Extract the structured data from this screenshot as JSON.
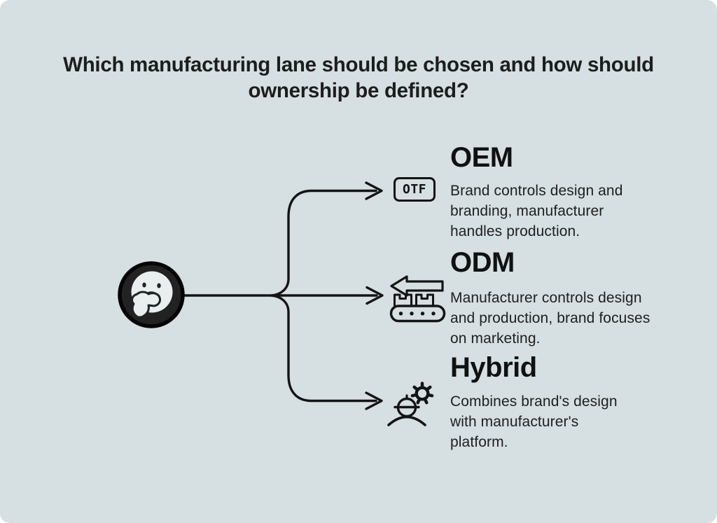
{
  "title": {
    "text": "Which manufacturing lane should be chosen and how should ownership be defined?",
    "lines": [
      "Which manufacturing lane should be chosen and how should",
      "ownership be defined?"
    ]
  },
  "colors": {
    "background": "#d6dfe1",
    "ink": "#141414",
    "node_fill": "#222222",
    "node_ring": "#050505",
    "face_fill": "#e9efef",
    "heading_text": "#111111",
    "body_text": "#202020"
  },
  "center_node": {
    "icon": "thinking-face-icon"
  },
  "branches": [
    {
      "heading": "OEM",
      "icon": "otf-badge-icon",
      "badge_label": "OTF",
      "description": "Brand controls design and branding, manufacturer handles production.",
      "description_lines": [
        "Brand controls design and",
        "branding, manufacturer",
        "handles production."
      ]
    },
    {
      "heading": "ODM",
      "icon": "conveyor-belt-arrow-icon",
      "description": "Manufacturer controls design and production, brand focuses on marketing.",
      "description_lines": [
        "Manufacturer controls design",
        "and production, brand focuses",
        "on marketing."
      ]
    },
    {
      "heading": "Hybrid",
      "icon": "engineer-gear-icon",
      "description": "Combines brand's design with manufacturer's platform.",
      "description_lines": [
        "Combines brand's design",
        "with manufacturer's",
        "platform."
      ]
    }
  ]
}
